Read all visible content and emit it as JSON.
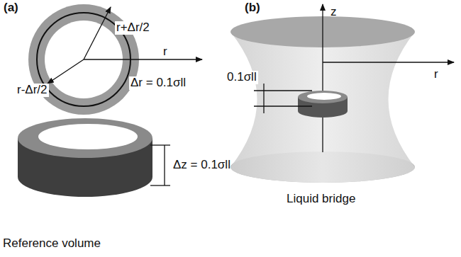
{
  "diagram": {
    "labels": [
      "(a)",
      "r+Δr/2",
      "r",
      "r-Δr/2",
      "Δr = 0.1σll",
      "Reference volume",
      "Δz = 0.1σll",
      "(b)",
      "z",
      "0.1σll",
      "r",
      "Liquid bridge"
    ]
  }
}
